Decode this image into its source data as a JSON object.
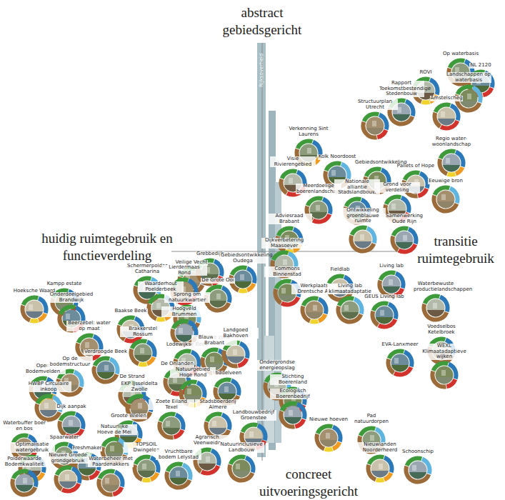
{
  "diagram": {
    "nodes": [
      {
        "text": [
          "Op waterbasis"
        ]
      },
      {
        "text": [
          "NL 2120"
        ]
      },
      {
        "text": [
          "ROVI"
        ]
      },
      {
        "text": [
          "Landschappen op waterbasis"
        ]
      },
      {
        "text": [
          "Amstelscheg"
        ]
      },
      {
        "text": [
          "Rapport Toekomstbestendige Stedenbouw"
        ]
      },
      {
        "text": [
          "Structuurplan Utrecht"
        ]
      },
      {
        "text": [
          "Verkenning Sint Laurens"
        ]
      },
      {
        "text": [
          "Kolk Noordoost"
        ]
      },
      {
        "text": [
          "Visie Rivierengebied"
        ]
      },
      {
        "text": [
          "Gebiedsontwikkeling"
        ]
      },
      {
        "text": [
          "Pallets of Hope"
        ]
      },
      {
        "text": [
          "Regio water-woonlandschap"
        ]
      },
      {
        "text": [
          "Eeuwige bron"
        ]
      },
      {
        "text": [
          "Meerdoelige boerenlandschappen"
        ]
      },
      {
        "text": [
          "Nationale alliantie Stadslandbouw"
        ]
      },
      {
        "text": [
          "Grond voor verdeling"
        ]
      },
      {
        "text": [
          "Adviesraad Brabant"
        ]
      },
      {
        "text": [
          "Ontwikkeling groenblauwe ruimte"
        ]
      },
      {
        "text": [
          "Samenwerking Oude Rijn"
        ]
      },
      {
        "text": [
          "Veilige Vecht"
        ]
      },
      {
        "text": [
          "Grebbedijk"
        ]
      },
      {
        "text": [
          "Gebiedsontwikkeling Oudega"
        ]
      },
      {
        "text": [
          "Dijkverbetering Maasoever"
        ]
      },
      {
        "text": [
          "Commons Binnenstad"
        ]
      },
      {
        "text": [
          "Fieldlab"
        ]
      },
      {
        "text": [
          "Living lab"
        ]
      },
      {
        "text": [
          "Werkplaats Drentsche Aa"
        ]
      },
      {
        "text": [
          "Living lab klimaatadaptatie"
        ]
      },
      {
        "text": [
          "GEUS Living lab"
        ]
      },
      {
        "text": [
          "Waterbewuste productielandschappen"
        ]
      },
      {
        "text": [
          "Kampp estate"
        ]
      },
      {
        "text": [
          "Hoeksche Waard"
        ]
      },
      {
        "text": [
          "Schermerpolder Catharina"
        ]
      },
      {
        "text": [
          "Lierdermaas Rond"
        ]
      },
      {
        "text": [
          "De Grote Ooi"
        ]
      },
      {
        "text": [
          "Onderdeelgebied Brandwijk"
        ]
      },
      {
        "text": [
          "Waarderhout Poelderbeek"
        ]
      },
      {
        "text": [
          "Sprong om natuurkwartier"
        ]
      },
      {
        "text": [
          "Baakse Beek"
        ]
      },
      {
        "text": [
          "Hoogveld Brummen"
        ]
      },
      {
        "text": [
          "Beerzebel: water op maat"
        ]
      },
      {
        "text": [
          "Brakkerstel Rossum"
        ]
      },
      {
        "text": [
          "Verdroogde Beek"
        ]
      },
      {
        "text": [
          "Lodewijkse Beek"
        ]
      },
      {
        "text": [
          "Blauwe zone Brabant"
        ]
      },
      {
        "text": [
          "Landgoed Bakhoven"
        ]
      },
      {
        "text": [
          "Open Bodemvelden"
        ]
      },
      {
        "text": [
          "Op de bodemstructuur"
        ]
      },
      {
        "text": [
          "De Onlanden"
        ]
      },
      {
        "text": [
          "Middelveen"
        ]
      },
      {
        "text": [
          "De Strand"
        ]
      },
      {
        "text": [
          "Natuurgebied Hoge Rond"
        ]
      },
      {
        "text": [
          "HWBP Circulaire inkoop"
        ]
      },
      {
        "text": [
          "Dijk aanpak"
        ]
      },
      {
        "text": [
          "EKP IJsseldelta Zwolle"
        ]
      },
      {
        "text": [
          "Zoete Eiland Texel"
        ]
      },
      {
        "text": [
          "Groote Wielen"
        ]
      },
      {
        "text": [
          "Ondergrondse energieopslag"
        ]
      },
      {
        "text": [
          "Stichting Boerenland"
        ]
      },
      {
        "text": [
          "Stadsboerderij Almere"
        ]
      },
      {
        "text": [
          "Ecologisch Boerenbedrijf"
        ]
      },
      {
        "text": [
          "Nieuwe hoeven"
        ]
      },
      {
        "text": [
          "Pad natuurdorpen"
        ]
      },
      {
        "text": [
          "EVA-Lanxmeer"
        ]
      },
      {
        "text": [
          "Voedselbos Ketelbroek"
        ]
      },
      {
        "text": [
          "WEXL Klimaatadaptieve wijken"
        ]
      },
      {
        "text": [
          "Nieuwlanden Noorderheerd"
        ]
      },
      {
        "text": [
          "Schoonschip"
        ]
      },
      {
        "text": [
          "Waterbuffer boer en bos"
        ]
      },
      {
        "text": [
          "Spaarwater"
        ]
      },
      {
        "text": [
          "Freshmaker"
        ]
      },
      {
        "text": [
          "Optimalisatie watergebruik"
        ]
      },
      {
        "text": [
          "Natuurlijke Hoeve de Mei"
        ]
      },
      {
        "text": [
          "Nieuwe Groede grondgebruik"
        ]
      },
      {
        "text": [
          "Polderwaarde Bodemkwaliteit"
        ]
      },
      {
        "text": [
          "Waterbeheer met Paardenakkers"
        ]
      },
      {
        "text": [
          "TOPSOIL Dwingeloo"
        ]
      },
      {
        "text": [
          "Vruchtbare bodem Lelystad"
        ]
      },
      {
        "text": [
          "Agrarisch Veenweide"
        ]
      },
      {
        "text": [
          "Natuurinclusieve Landbouw"
        ]
      },
      {
        "text": [
          "Landbouwbedrijf Groenstee"
        ]
      }
    ],
    "labels": [
      "abstract gebiedsgericht",
      "huidig ruimtegebruik en functieverdeling",
      "transitie ruimtegebruik",
      "concreet uitvoeringsgericht",
      "Rijksoverheid"
    ]
  }
}
